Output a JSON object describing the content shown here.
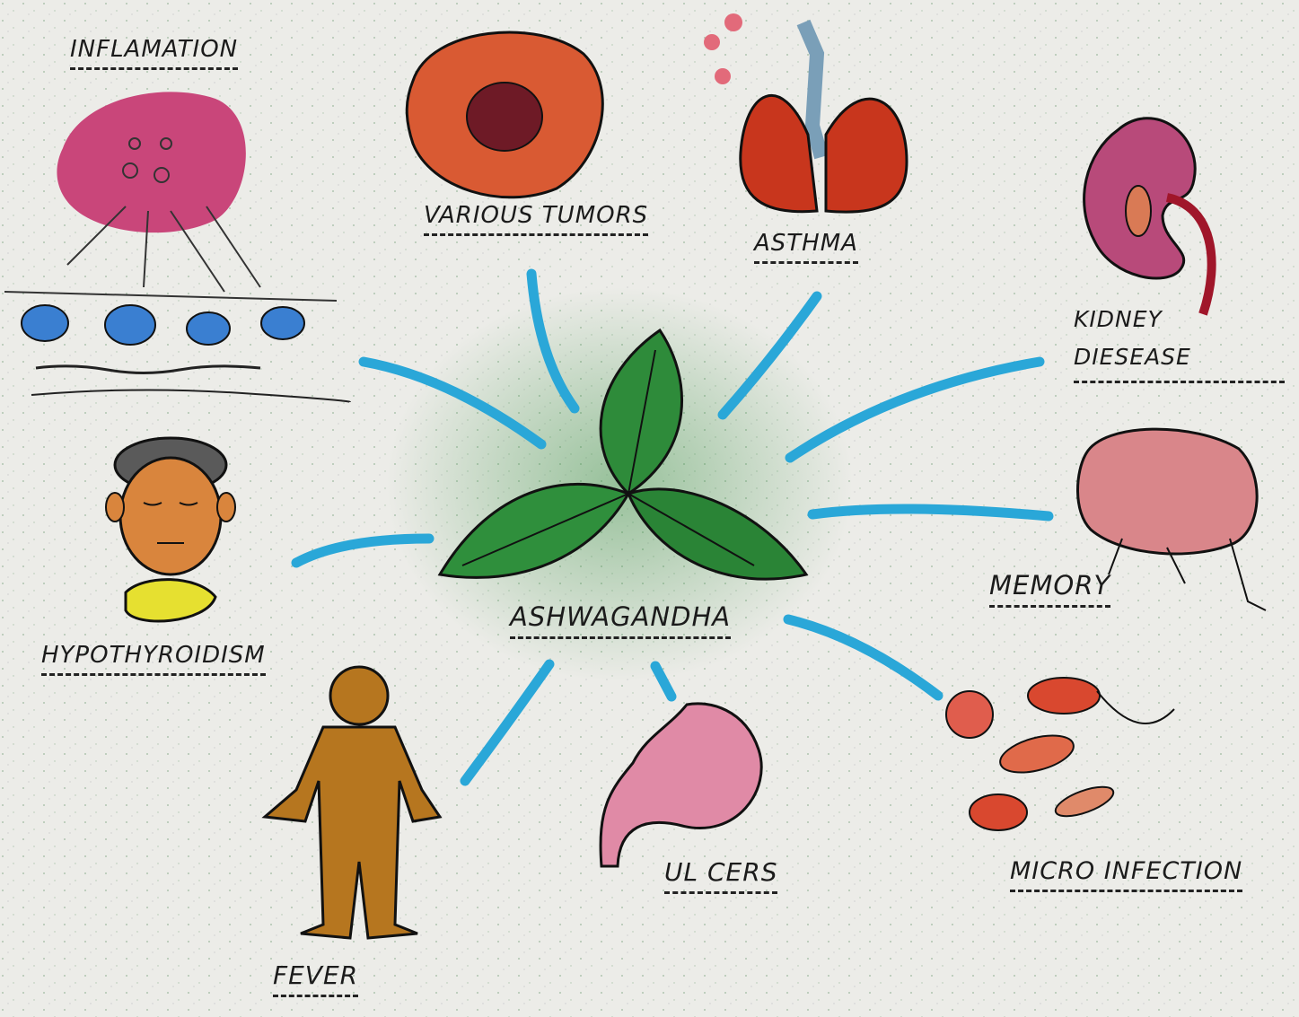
{
  "center": {
    "label": "Ashwagandha"
  },
  "items": [
    {
      "key": "inflammation",
      "label": "Inflamation"
    },
    {
      "key": "tumors",
      "label": "Various Tumors"
    },
    {
      "key": "asthma",
      "label": "Asthma"
    },
    {
      "key": "kidney",
      "label": "Kidney Diesease"
    },
    {
      "key": "memory",
      "label": "Memory"
    },
    {
      "key": "hypothyroidism",
      "label": "Hypothyroidism"
    },
    {
      "key": "fever",
      "label": "Fever"
    },
    {
      "key": "ulcers",
      "label": "Ul Cers"
    },
    {
      "key": "infection",
      "label": "Micro Infection"
    }
  ],
  "colors": {
    "paper": "#ecece8",
    "connector": "#2aa7d8",
    "leaf": "#2e8b3a",
    "ink": "#1b1b1b"
  }
}
